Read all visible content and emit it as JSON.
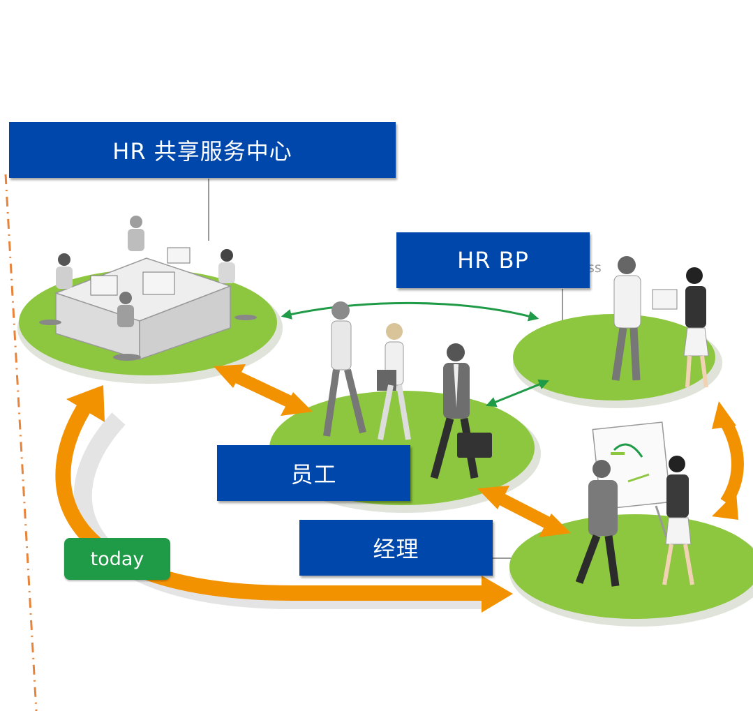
{
  "labels": {
    "hr_ssc": "HR 共享服务中心",
    "hr_bp": "HR BP",
    "employee": "员工",
    "manager": "经理"
  },
  "badge": {
    "today": "today"
  },
  "fragment_text": "ss",
  "colors": {
    "label_bg": "#0047ab",
    "label_text": "#ffffff",
    "platform_green": "#8dc63f",
    "arrow_orange": "#f39200",
    "arrow_green": "#1f9a46",
    "dashed_border": "#e8833a",
    "today_green": "#1f9a46"
  },
  "icons": {
    "hr_ssc_scene": "office-workstation-icon",
    "hr_bp_scene": "business-partners-icon",
    "employee_scene": "walking-employees-icon",
    "manager_scene": "manager-handshake-icon"
  }
}
